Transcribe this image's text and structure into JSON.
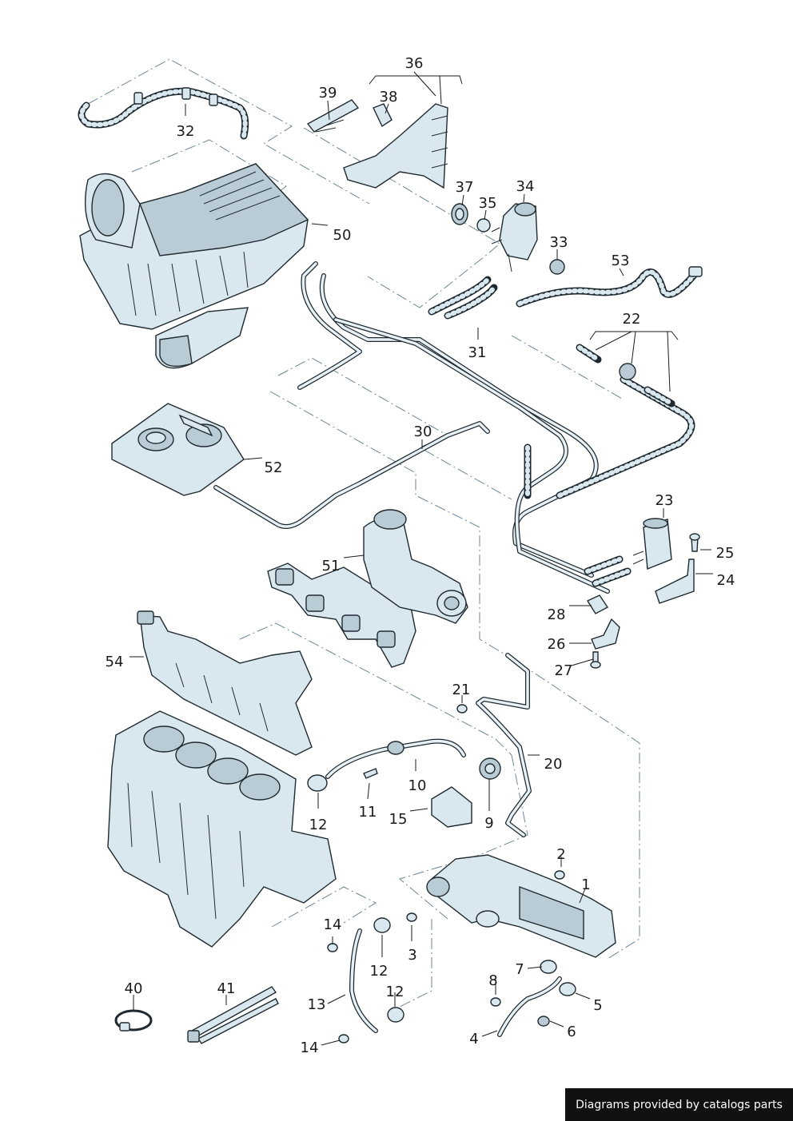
{
  "labels": {
    "p1": "1",
    "p2": "2",
    "p3": "3",
    "p4": "4",
    "p5": "5",
    "p6": "6",
    "p7": "7",
    "p8": "8",
    "p9": "9",
    "p10": "10",
    "p11": "11",
    "p12a": "12",
    "p12b": "12",
    "p12c": "12",
    "p13": "13",
    "p14a": "14",
    "p14b": "14",
    "p15": "15",
    "p20": "20",
    "p21": "21",
    "p22": "22",
    "p23": "23",
    "p24": "24",
    "p25": "25",
    "p26": "26",
    "p27": "27",
    "p28": "28",
    "p30": "30",
    "p31": "31",
    "p32": "32",
    "p33": "33",
    "p34": "34",
    "p35": "35",
    "p36": "36",
    "p37": "37",
    "p38": "38",
    "p39": "39",
    "p40": "40",
    "p41": "41",
    "p50": "50",
    "p51": "51",
    "p52": "52",
    "p53": "53",
    "p54": "54"
  },
  "footer": {
    "credit": "Diagrams provided by catalogs parts"
  },
  "colors": {
    "part_fill": "#d9e7ee",
    "outline": "#1f2a30",
    "dash_line": "#6e8696",
    "credit_bg": "#111111"
  }
}
